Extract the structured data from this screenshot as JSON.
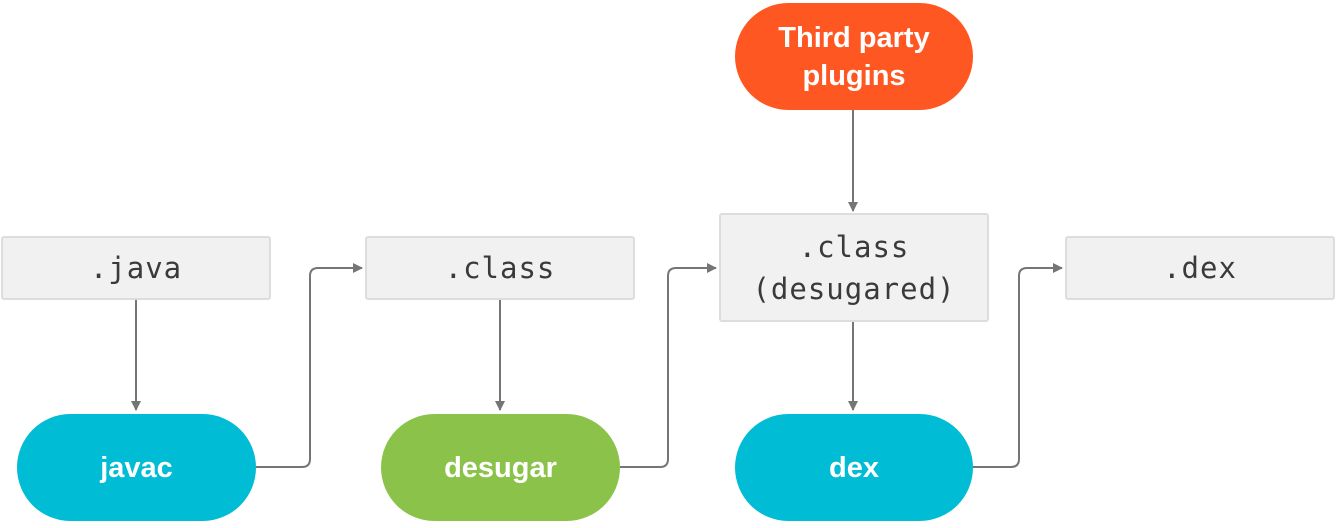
{
  "files": {
    "java": ".java",
    "class": ".class",
    "class_desugared": ".class\n(desugared)",
    "dex": ".dex"
  },
  "tools": {
    "javac": "javac",
    "desugar": "desugar",
    "dex": "dex",
    "plugins": "Third party\nplugins"
  },
  "colors": {
    "javac": "#00bcd4",
    "desugar": "#8bc34a",
    "dex": "#00bcd4",
    "plugins": "#ff5722",
    "arrow": "#757575"
  }
}
